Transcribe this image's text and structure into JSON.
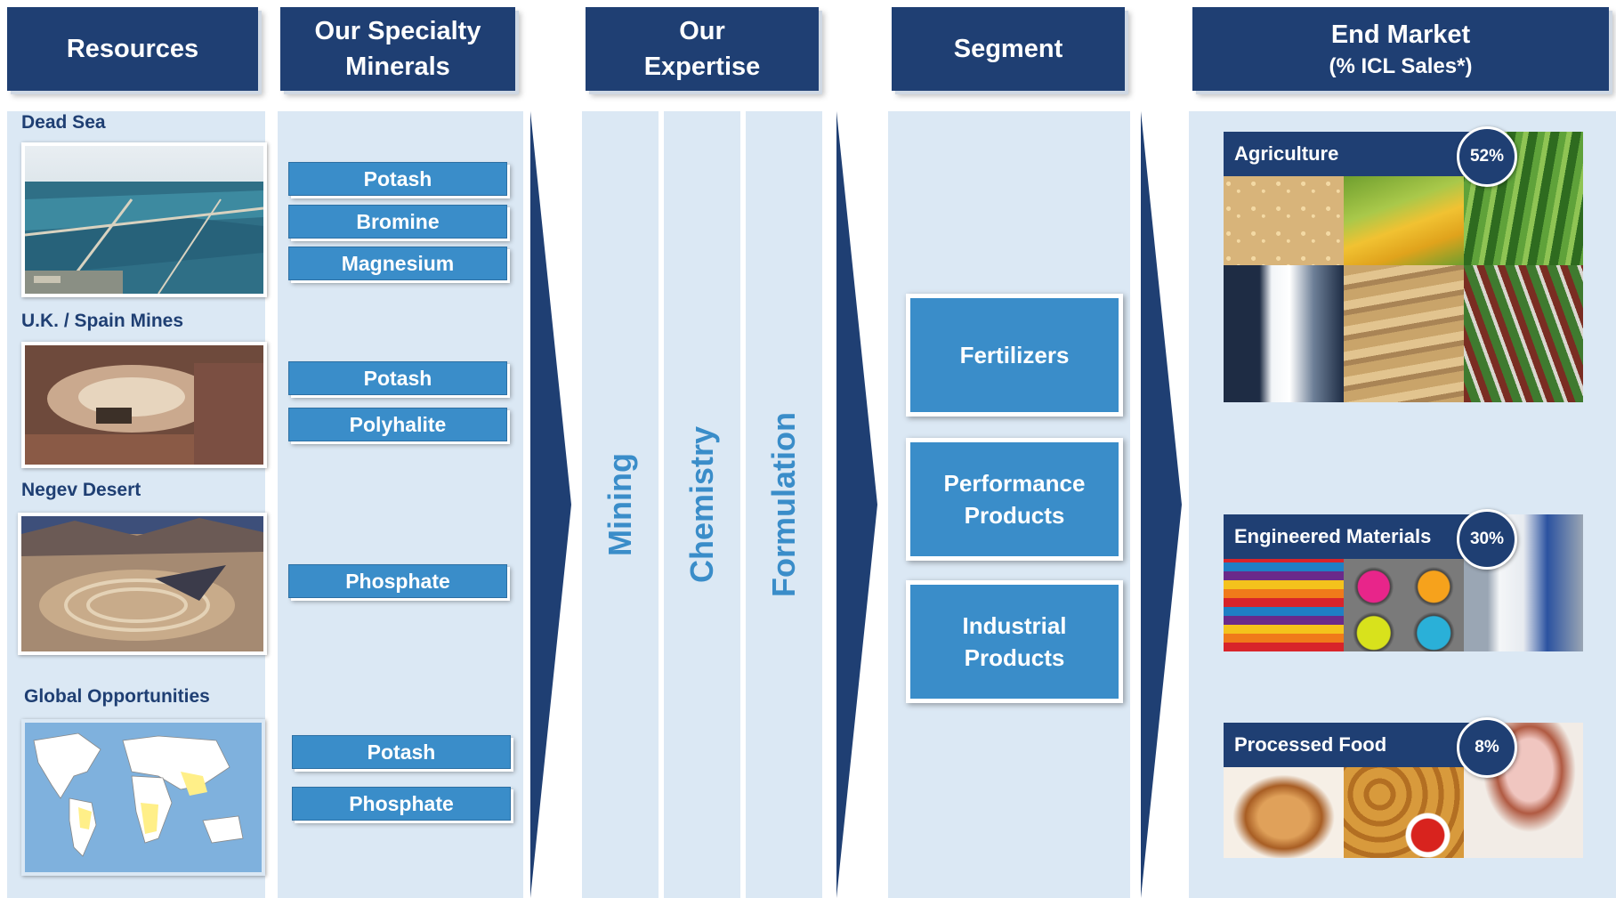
{
  "headers": {
    "resources": "Resources",
    "minerals_line1": "Our Specialty",
    "minerals_line2": "Minerals",
    "expertise_line1": "Our",
    "expertise_line2": "Expertise",
    "segment": "Segment",
    "end_market_line1": "End Market",
    "end_market_line2": "(% ICL Sales*)"
  },
  "resources": [
    {
      "label": "Dead Sea"
    },
    {
      "label": "U.K. / Spain Mines"
    },
    {
      "label": "Negev Desert"
    },
    {
      "label": "Global Opportunities"
    }
  ],
  "minerals": {
    "dead_sea": [
      "Potash",
      "Bromine",
      "Magnesium"
    ],
    "uk_spain": [
      "Potash",
      "Polyhalite"
    ],
    "negev": [
      "Phosphate"
    ],
    "global": [
      "Potash",
      "Phosphate"
    ]
  },
  "expertise": [
    "Mining",
    "Chemistry",
    "Formulation"
  ],
  "segments": {
    "fertilizers": "Fertilizers",
    "performance_line1": "Performance",
    "performance_line2": "Products",
    "industrial_line1": "Industrial",
    "industrial_line2": "Products"
  },
  "end_markets": [
    {
      "label": "Agriculture",
      "percent": "52%"
    },
    {
      "label": "Engineered Materials",
      "percent": "30%"
    },
    {
      "label": "Processed Food",
      "percent": "8%"
    }
  ],
  "colors": {
    "header_navy": "#1f3f73",
    "accent_blue": "#3a8dc9",
    "panel_bg": "#dbe8f4"
  }
}
